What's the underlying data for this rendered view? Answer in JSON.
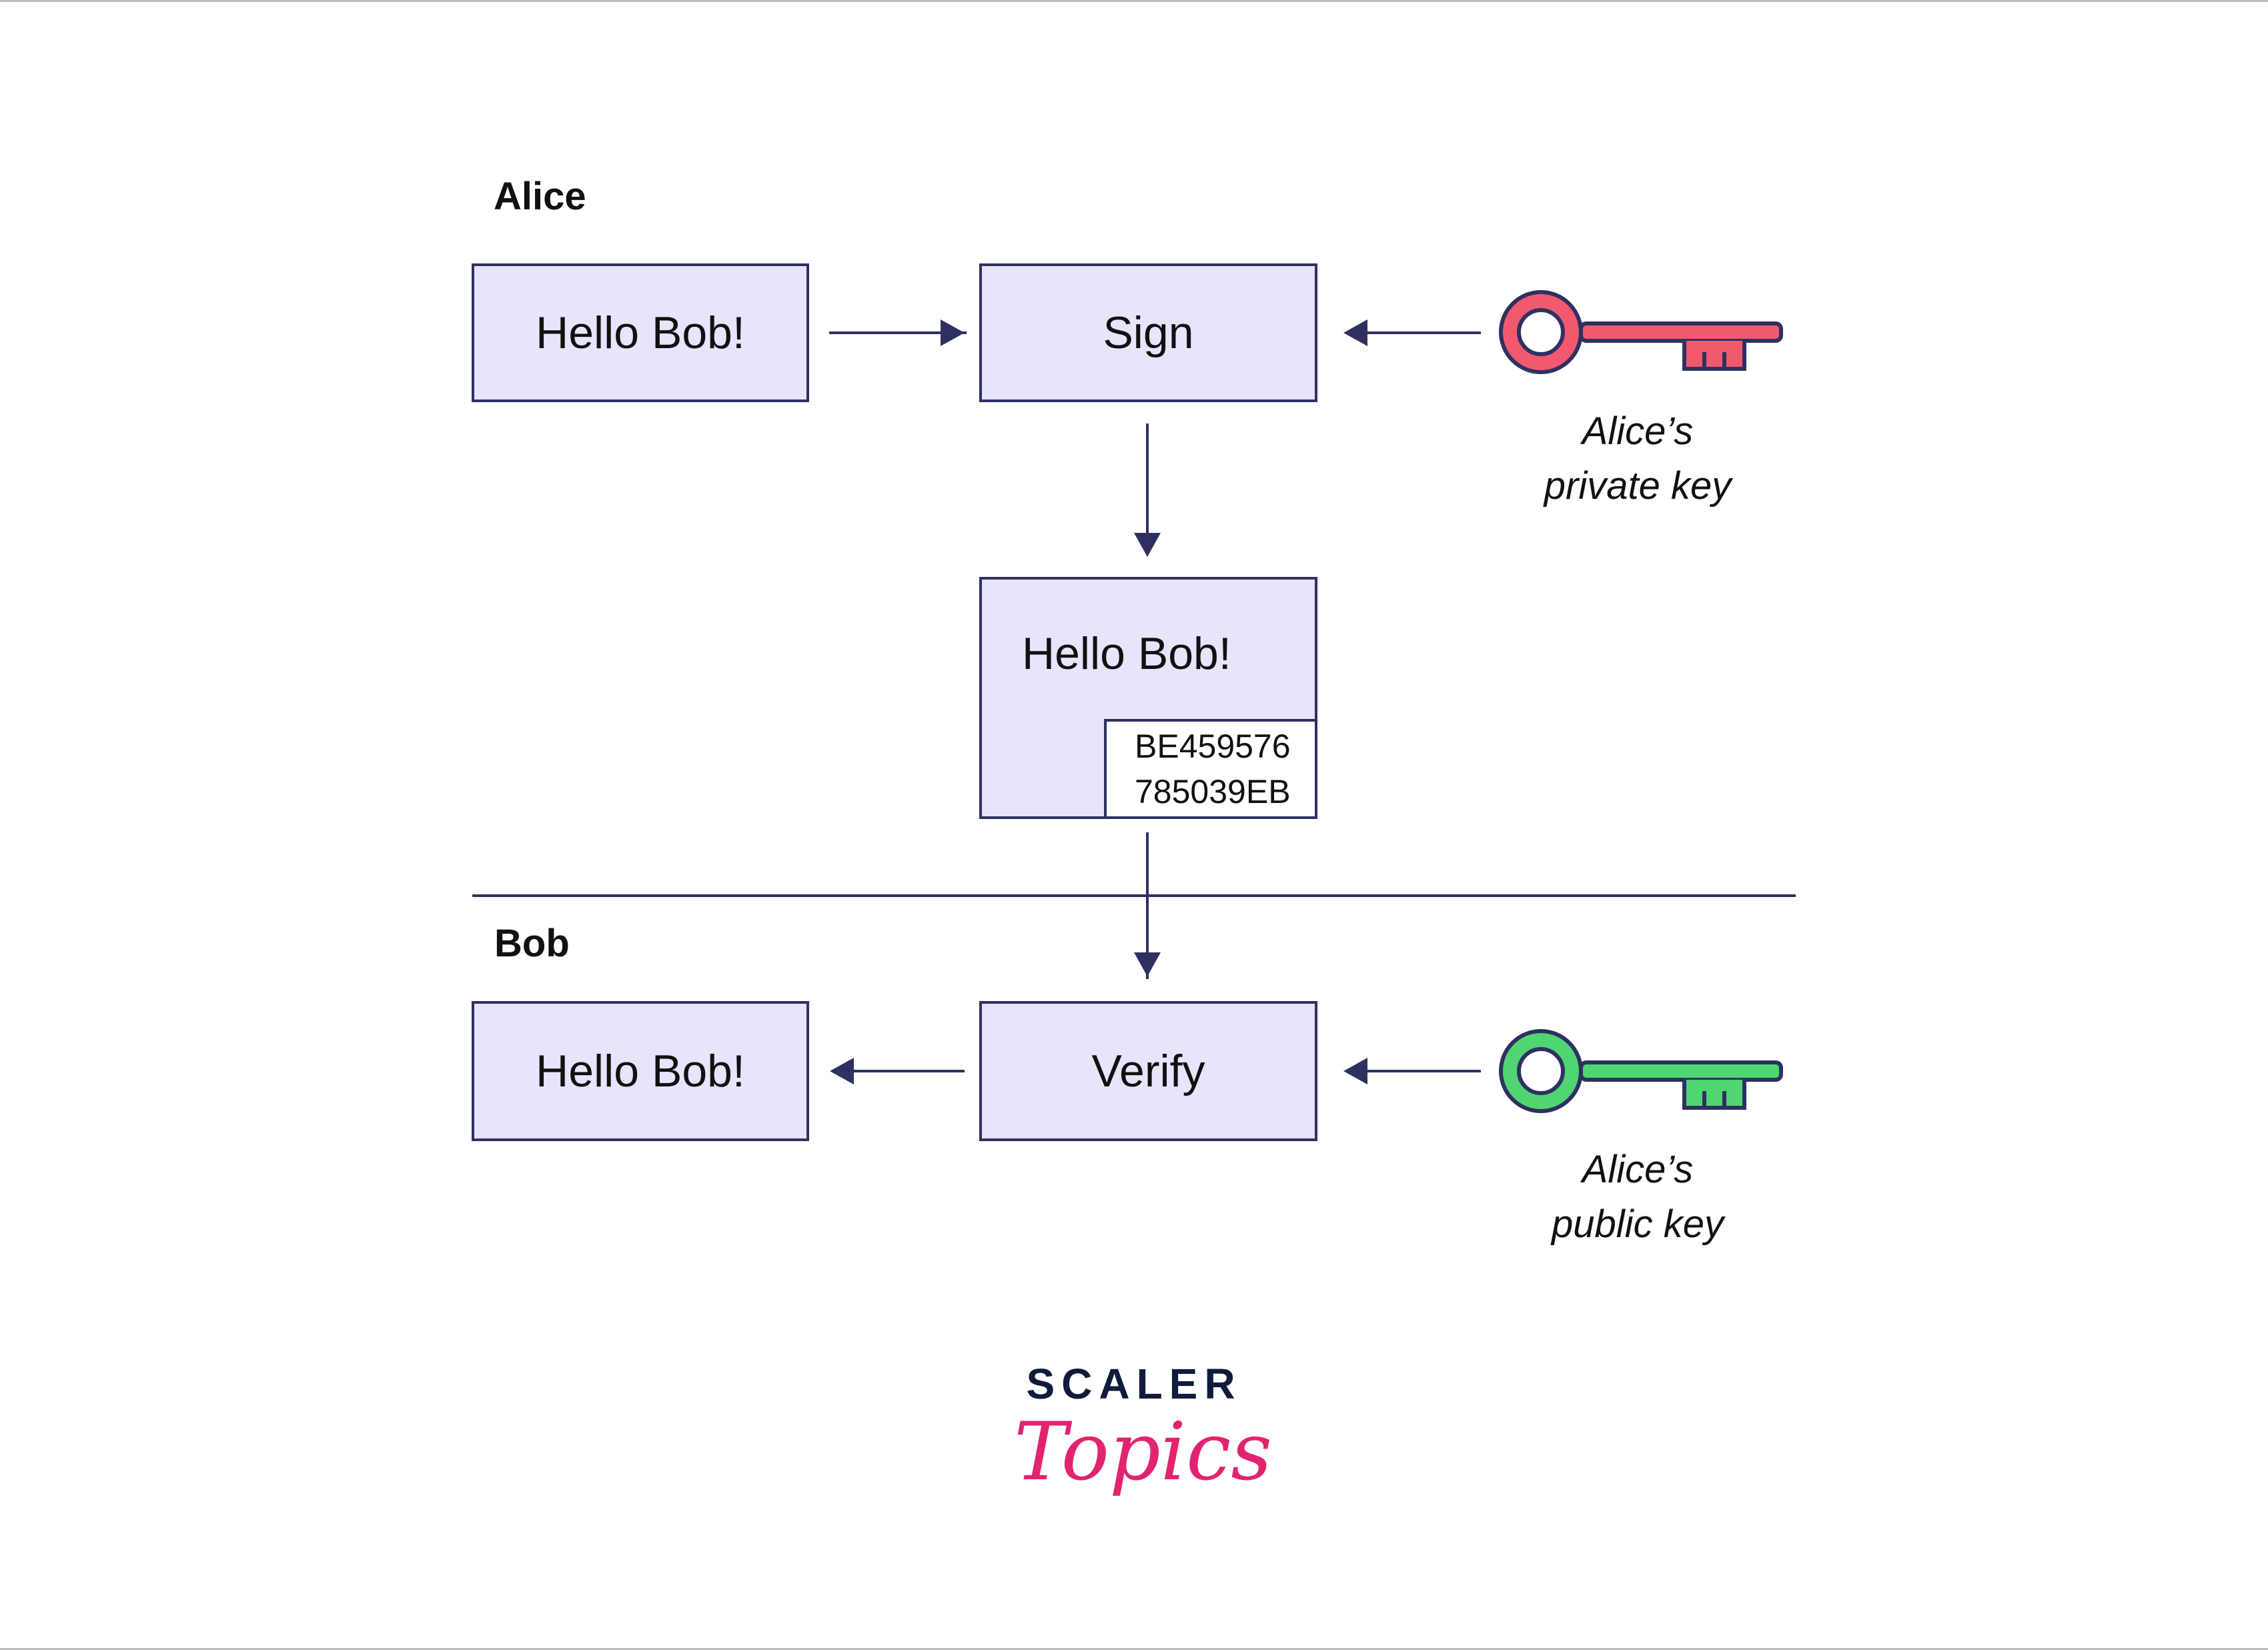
{
  "alice": {
    "label": "Alice",
    "message": "Hello Bob!",
    "sign_label": "Sign",
    "key_caption_line1": "Alice’s",
    "key_caption_line2": "private key",
    "key_color": "#f2596f"
  },
  "signed_message": {
    "message": "Hello Bob!",
    "signature_line1": "BE459576",
    "signature_line2": "785039EB"
  },
  "bob": {
    "label": "Bob",
    "message": "Hello Bob!",
    "verify_label": "Verify",
    "key_caption_line1": "Alice’s",
    "key_caption_line2": "public key",
    "key_color": "#4fd672"
  },
  "logo": {
    "line1": "SCALER",
    "line2": "Topics"
  }
}
